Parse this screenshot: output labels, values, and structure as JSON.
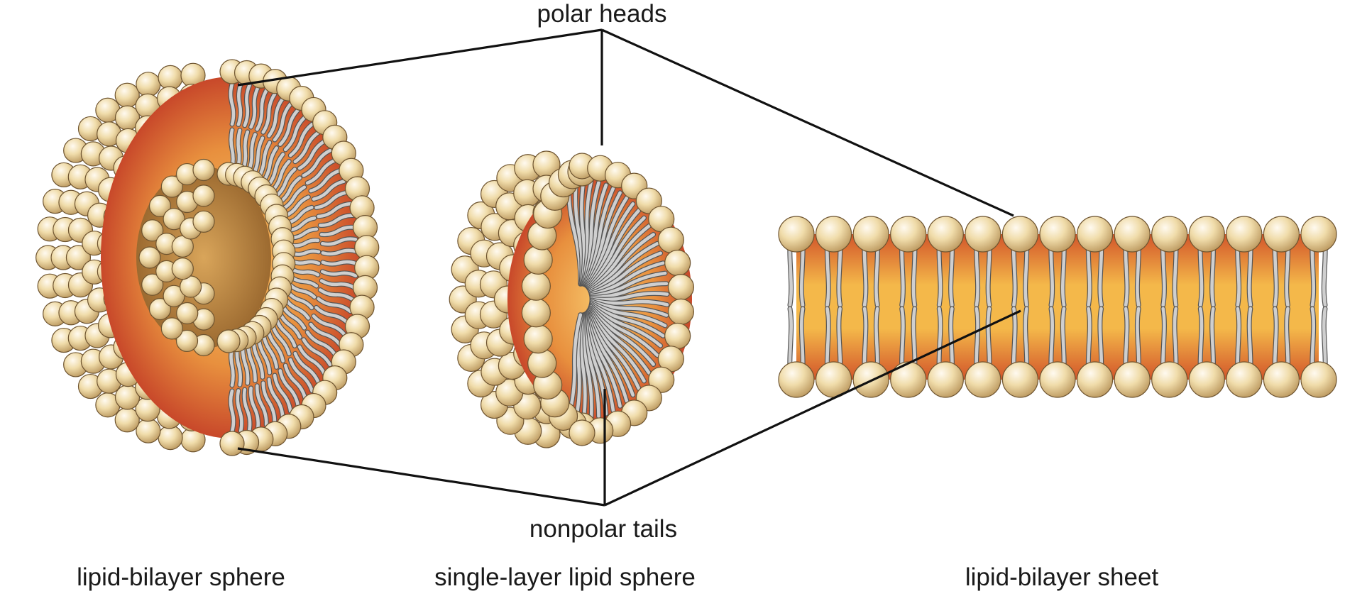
{
  "labels": {
    "polar_heads": "polar heads",
    "nonpolar_tails": "nonpolar tails"
  },
  "captions": {
    "bilayer_sphere": "lipid-bilayer sphere",
    "single_layer_sphere": "single-layer lipid sphere",
    "bilayer_sheet": "lipid-bilayer sheet"
  },
  "colors": {
    "head_fill": "#f0dcaa",
    "head_shade": "#b8945a",
    "head_outline": "#6e5430",
    "tail_fill": "#cfcfcf",
    "tail_outline": "#555555",
    "interior_light": "#f4b84a",
    "interior_dark": "#d2552a",
    "leader_line": "#111111"
  }
}
